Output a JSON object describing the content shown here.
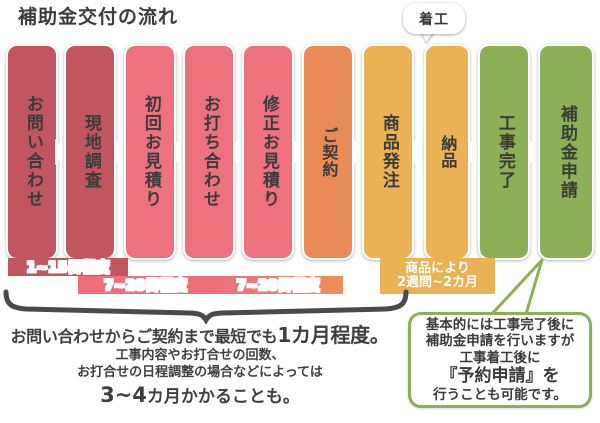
{
  "title": "補助金交付の流れ",
  "marker": {
    "label": "着工"
  },
  "flow": {
    "steps": [
      {
        "label": "お問い合わせ",
        "color": "#c1565f"
      },
      {
        "label": "現地調査",
        "color": "#c1565f"
      },
      {
        "label": "初回お見積り",
        "color": "#ee717e"
      },
      {
        "label": "お打ち合わせ",
        "color": "#ee717e"
      },
      {
        "label": "修正お見積り",
        "color": "#ee717e"
      },
      {
        "label": "ご契約",
        "color": "#e98b56"
      },
      {
        "label": "商品発注",
        "color": "#eab155"
      },
      {
        "label": "納品",
        "color": "#eab155"
      },
      {
        "label": "工事完了",
        "color": "#8cb055"
      },
      {
        "label": "補助金申請",
        "color": "#8cb055"
      }
    ]
  },
  "durations": [
    {
      "label": "1~15日程度",
      "color": "#c1565f"
    },
    {
      "label": "7~20日程度",
      "color": "#ef6e7c"
    },
    {
      "label": "7~20日程度",
      "color": "#ef7f72"
    }
  ],
  "order_duration": {
    "line1": "商品により",
    "line2": "2週間~2カ月",
    "color": "#eab155"
  },
  "summary": {
    "line1_a": "お問い合わせからご契約まで最短でも",
    "line1_b": "1カ月程度。",
    "line2": "工事内容やお打合せの回数、",
    "line3": "お打合せの日程調整の場合などによっては",
    "line4_a": "3~4",
    "line4_b": "カ月かかることも。"
  },
  "callout": {
    "line1": "基本的には工事完了後に",
    "line2": "補助金申請を行いますが",
    "line3": "工事着工後に",
    "line4": "『予約申請』を",
    "line5": "行うことも可能です。",
    "border_color": "#8cb055"
  }
}
